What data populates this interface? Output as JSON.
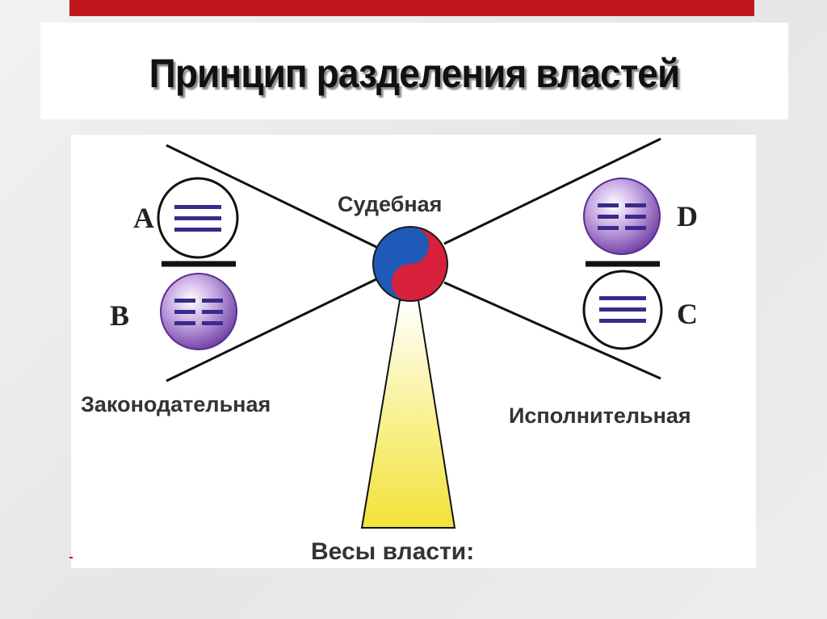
{
  "title": "Принцип разделения властей",
  "labels": {
    "judicial": "Судебная",
    "legislative": "Законодательная",
    "executive": "Исполнительная",
    "scales": "Весы власти:"
  },
  "letters": {
    "a": "A",
    "b": "B",
    "c": "C",
    "d": "D"
  },
  "colors": {
    "accent": "#c0161e",
    "purple": "#7a4ab0",
    "trigram": "#3a2a8a",
    "yin": "#d8203a",
    "yang": "#1e5bb8",
    "beam": "#f4e640"
  },
  "icons": {
    "center": "yin-yang-icon",
    "trigram_solid": "three-solid-lines-icon",
    "trigram_broken": "three-broken-lines-icon"
  }
}
